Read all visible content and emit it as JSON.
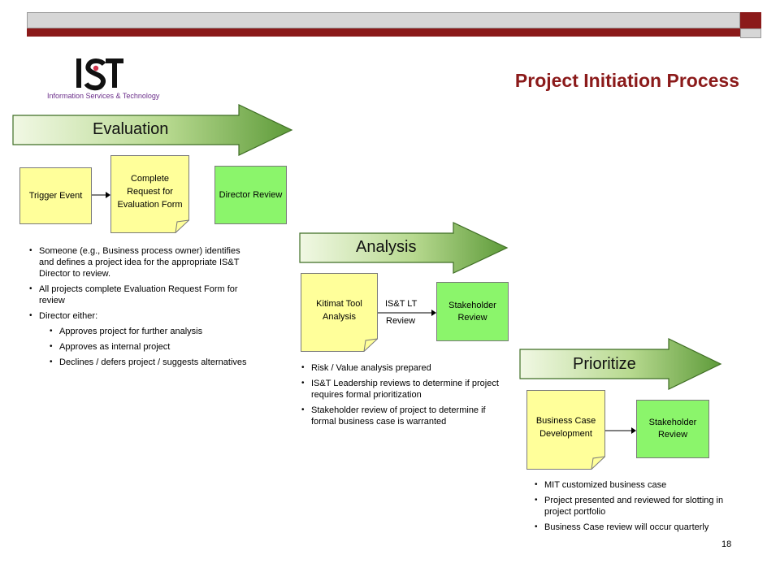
{
  "colors": {
    "brand_red": "#8b1a1a",
    "arrow_green_light": "#eef7dc",
    "arrow_green_dark": "#5e9b3a",
    "box_yellow": "#ffff9a",
    "box_green": "#8bf56b"
  },
  "logo": {
    "mark": "IST",
    "subtitle": "Information Services & Technology"
  },
  "page_title": "Project Initiation Process",
  "stages": {
    "evaluation": {
      "label": "Evaluation",
      "boxes": {
        "trigger": "Trigger Event",
        "complete_request": "Complete Request for Evaluation Form",
        "director_review": "Director Review"
      },
      "bullets": [
        "Someone (e.g., Business process owner) identifies and defines a project idea for the appropriate IS&T Director to review.",
        "All projects complete Evaluation Request Form for review",
        "Director either:"
      ],
      "sub_bullets": [
        "Approves project for further analysis",
        "Approves as internal project",
        "Declines / defers project / suggests alternatives"
      ]
    },
    "analysis": {
      "label": "Analysis",
      "boxes": {
        "kitimat": "Kitimat Tool Analysis",
        "stakeholder_review": "Stakeholder Review"
      },
      "edge_label_top": "IS&T LT",
      "edge_label_bottom": "Review",
      "bullets": [
        "Risk / Value analysis prepared",
        "IS&T Leadership reviews to determine if project requires formal prioritization",
        "Stakeholder review of project to determine if formal business case is warranted"
      ]
    },
    "prioritize": {
      "label": "Prioritize",
      "boxes": {
        "business_case": "Business Case Development",
        "stakeholder_review": "Stakeholder Review"
      },
      "bullets": [
        "MIT customized business case",
        "Project presented and reviewed for slotting in project portfolio",
        "Business Case review will occur quarterly"
      ]
    }
  },
  "page_number": "18"
}
